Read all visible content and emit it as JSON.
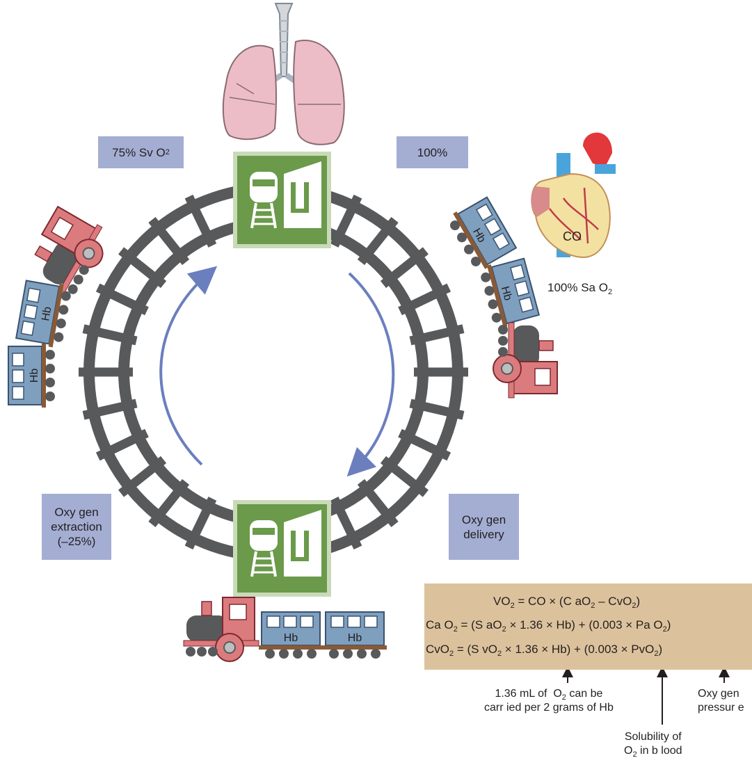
{
  "labels": {
    "svo2_label": "75% Sv",
    "svo2_symbol": "O",
    "svo2_sub": "2",
    "hundred": "100%",
    "sao2_label": "100% Sa",
    "sao2_symbol": "O",
    "sao2_sub": "2",
    "extraction_line1": "Oxy gen",
    "extraction_line2": "extraction",
    "extraction_line3": "(–25%)",
    "delivery_line1": "Oxy gen",
    "delivery_line2": "delivery",
    "co_label": "CO",
    "hb": "Hb"
  },
  "equations": {
    "vo2": {
      "lhs": "VO",
      "lhs_sub": "2",
      "eq": " = CO × (C aO",
      "s1": "2",
      "mid": " – CvO",
      "s2": "2",
      "end": ")"
    },
    "cao2": {
      "lhs": "Ca O",
      "lhs_sub": "2",
      "eq": " = (S aO",
      "s1": "2",
      "mid": " × 1.36 × Hb) + (0.003 × Pa O",
      "s2": "2",
      "end": ")"
    },
    "cvo2": {
      "lhs": "CvO",
      "lhs_sub": "2",
      "eq": " = (S vO",
      "s1": "2",
      "mid": " × 1.36 × Hb) + (0.003 × PvO",
      "s2": "2",
      "end": ")"
    }
  },
  "notes": {
    "capacity_line1_a": "1.36 mL of",
    "capacity_line1_b": "O",
    "capacity_line1_sub": "2",
    "capacity_line1_c": "can be",
    "capacity_line2": "carr ied per 2 grams of Hb",
    "solubility_line1": "Solubility of",
    "solubility_line2_a": "O",
    "solubility_line2_sub": "2",
    "solubility_line2_b": "in b lood",
    "pressure_line1": "Oxy gen",
    "pressure_line2": "pressur e"
  },
  "colors": {
    "track": "#58595b",
    "station": "#6a9a4a",
    "label_box": "#a4aed3",
    "equation_box": "#dcc29c",
    "engine": "#dc7b7e",
    "car": "#7f9fbe",
    "arrow": "#6b7fbf",
    "lung": "#edbdc7"
  },
  "icons": [
    "lungs-icon",
    "heart-icon",
    "station-icon",
    "locomotive-icon",
    "hb-car-icon",
    "circular-arrow-icon",
    "pointer-arrow-icon"
  ]
}
